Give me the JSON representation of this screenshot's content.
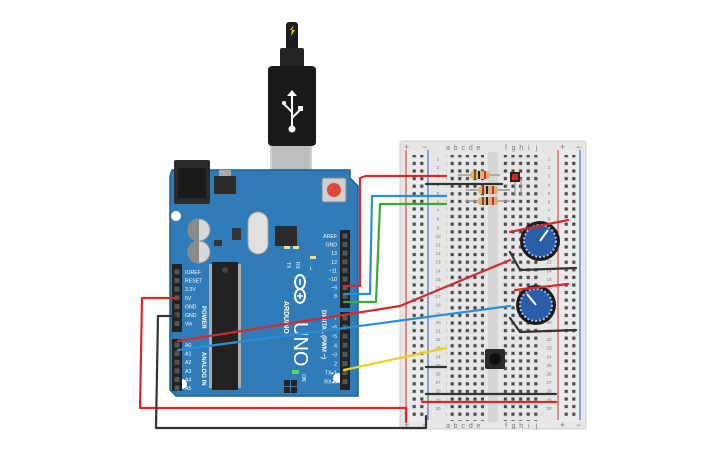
{
  "arduino": {
    "logo": "ARDUINO",
    "model": "UNO",
    "analog_label": "ANALOG IN",
    "power_label": "POWER",
    "digital_label": "DIGITAL (PWM ~)",
    "on_label": "ON",
    "power_pins": [
      "IOREF",
      "RESET",
      "3.3V",
      "5V",
      "GND",
      "GND",
      "Vin"
    ],
    "analog_pins": [
      "A0",
      "A1",
      "A2",
      "A3",
      "A4",
      "A5"
    ],
    "digital_pins_upper": [
      "AREF",
      "GND",
      "13",
      "12",
      "~11",
      "~10",
      "~9",
      "8"
    ],
    "digital_pins_lower": [
      "7",
      "~6",
      "~5",
      "4",
      "~3",
      "2",
      "TX▸1",
      "RX◂0"
    ],
    "tx_label": "TX",
    "rx_label": "RX",
    "l_label": "L"
  },
  "breadboard": {
    "col_letters_left": [
      "a",
      "b",
      "c",
      "d",
      "e"
    ],
    "col_letters_right": [
      "f",
      "g",
      "h",
      "i",
      "j"
    ],
    "rail_plus": "+",
    "rail_minus": "−",
    "row_numbers": [
      "1",
      "2",
      "3",
      "4",
      "5",
      "6",
      "7",
      "8",
      "9",
      "10",
      "11",
      "12",
      "13",
      "14",
      "15",
      "16",
      "17",
      "18",
      "19",
      "20",
      "21",
      "22",
      "23",
      "24",
      "25",
      "26",
      "27",
      "28",
      "29",
      "30"
    ]
  },
  "colors": {
    "board": "#2f7cb8",
    "board_edge": "#1f5f94",
    "breadboard": "#e6e6e6",
    "wire_red": "#d62a2a",
    "wire_blue": "#2a8fd6",
    "wire_green": "#3aa83a",
    "wire_yellow": "#e8d21c",
    "wire_black": "#333333",
    "pot_knob": "#2a5fa8"
  },
  "icons": {
    "usb_cable": "usb-cable-icon",
    "usb_symbol": "usb-symbol-icon",
    "reset_button": "reset-button-icon",
    "pushbutton": "pushbutton-icon",
    "potentiometer": "potentiometer-icon",
    "led": "led-icon",
    "resistor": "resistor-icon"
  }
}
